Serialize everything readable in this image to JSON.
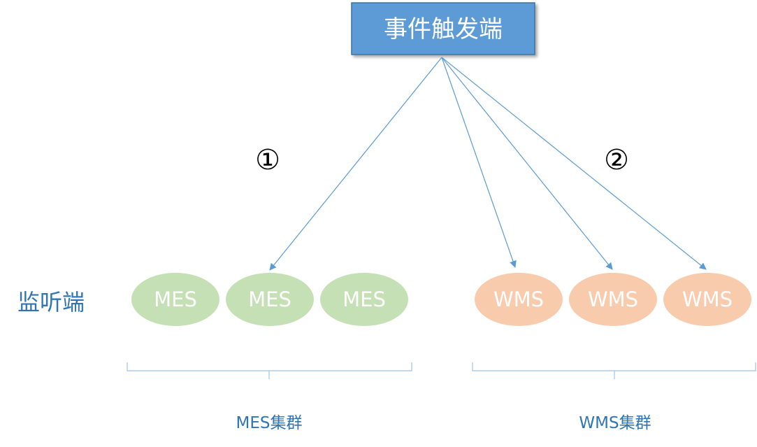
{
  "trigger": {
    "label": "事件触发端",
    "fill": "#5b9bd5",
    "border": "#41719c"
  },
  "steps": {
    "step1": "①",
    "step2": "②"
  },
  "listener_label": "监听端",
  "mes_nodes": [
    {
      "label": "MES"
    },
    {
      "label": "MES"
    },
    {
      "label": "MES"
    }
  ],
  "wms_nodes": [
    {
      "label": "WMS"
    },
    {
      "label": "WMS"
    },
    {
      "label": "WMS"
    }
  ],
  "colors": {
    "mes_fill": "#c5e0b4",
    "wms_fill": "#f8cbad",
    "arrow": "#5b9bd5",
    "brace": "#9dc3e6",
    "label_text": "#2f75b5"
  },
  "groups": {
    "mes_cluster": "MES集群",
    "wms_cluster": "WMS集群"
  }
}
